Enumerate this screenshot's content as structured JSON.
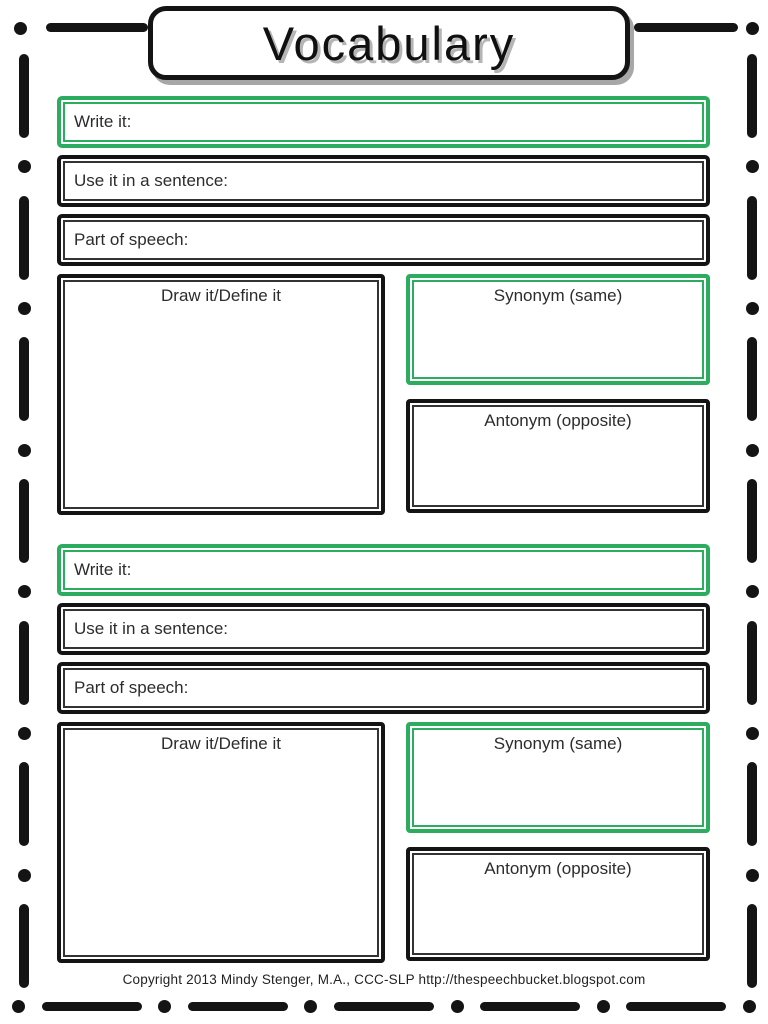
{
  "title": "Vocabulary",
  "sections": [
    {
      "write_label": "Write it:",
      "sentence_label": "Use it in a sentence:",
      "pos_label": "Part of speech:",
      "draw_label": "Draw it/Define it",
      "synonym_label": "Synonym (same)",
      "antonym_label": "Antonym (opposite)"
    },
    {
      "write_label": "Write it:",
      "sentence_label": "Use it in a sentence:",
      "pos_label": "Part of speech:",
      "draw_label": "Draw it/Define it",
      "synonym_label": "Synonym (same)",
      "antonym_label": "Antonym (opposite)"
    }
  ],
  "footer": {
    "copyright": "Copyright 2013 Mindy Stenger, M.A., CCC-SLP http://thespeechbucket.blogspot.com"
  },
  "colors": {
    "accent_green": "#2bac5e",
    "ink_black": "#141414"
  }
}
